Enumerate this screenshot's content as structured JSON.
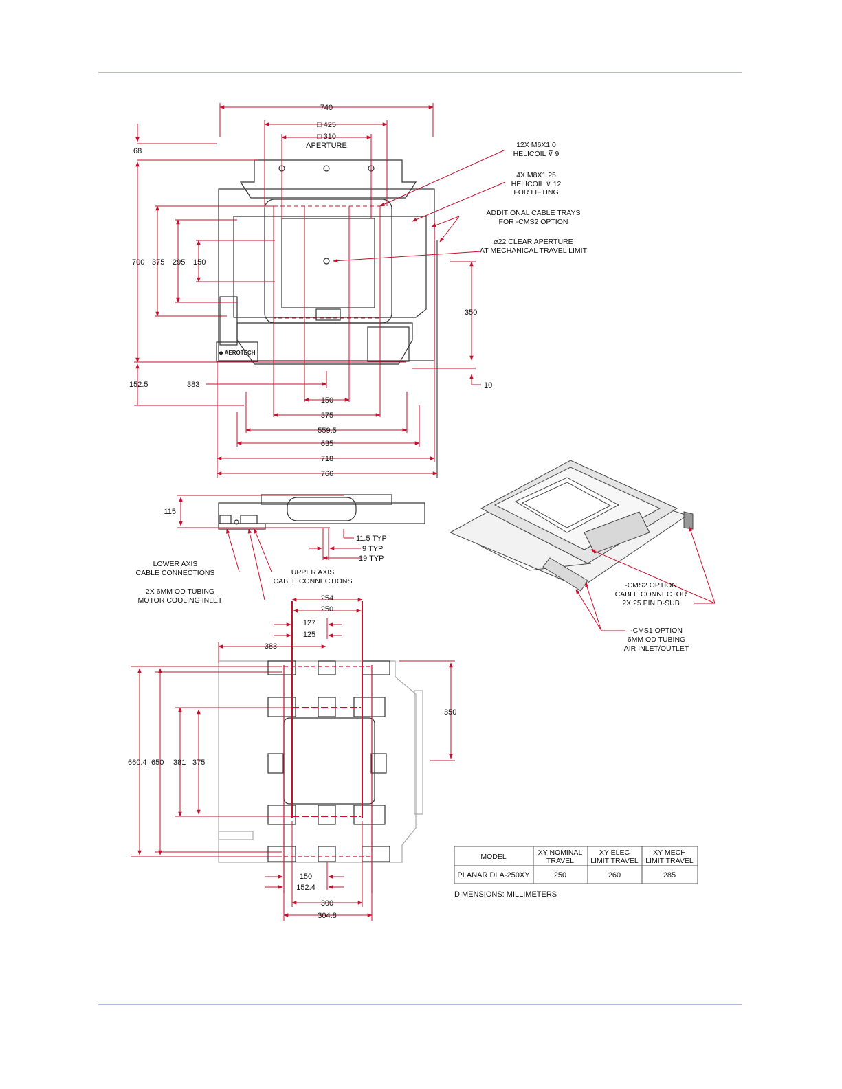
{
  "colors": {
    "dimension_line": "#c8102e",
    "outline": "#333333",
    "page_rule": "#a9c0de"
  },
  "top_view": {
    "dims": {
      "w740": "740",
      "w425": "□ 425",
      "w310": "□ 310",
      "aperture": "APERTURE",
      "h68": "68",
      "h700": "700",
      "h375": "375",
      "h295": "295",
      "h150": "150",
      "h152_5": "152.5",
      "w383": "383",
      "h350": "350",
      "h10": "10",
      "b150": "150",
      "b375": "375",
      "b559_5": "559.5",
      "b635": "635",
      "b718": "718",
      "b766": "766"
    },
    "callouts": {
      "helicoil_m6": [
        "12X M6X1.0",
        "HELICOIL ⊽ 9"
      ],
      "helicoil_m8": [
        "4X M8X1.25",
        "HELICOIL ⊽ 12",
        "FOR LIFTING"
      ],
      "cable_trays": [
        "ADDITIONAL CABLE TRAYS",
        "FOR -CMS2 OPTION"
      ],
      "clear_aperture": [
        "⌀22 CLEAR APERTURE",
        "AT MECHANICAL TRAVEL LIMIT"
      ]
    }
  },
  "side_view": {
    "dims": {
      "h115": "115",
      "t11_5": "11.5 TYP",
      "t9": "9 TYP",
      "t19": "19 TYP"
    },
    "callouts": {
      "lower_axis": [
        "LOWER AXIS",
        "CABLE CONNECTIONS"
      ],
      "upper_axis": [
        "UPPER AXIS",
        "CABLE CONNECTIONS"
      ],
      "tubing": [
        "2X 6MM OD TUBING",
        "MOTOR COOLING INLET"
      ]
    }
  },
  "iso_view": {
    "callouts": {
      "cms2": [
        "-CMS2 OPTION",
        "CABLE CONNECTOR",
        "2X 25 PIN D-SUB"
      ],
      "cms1": [
        "-CMS1 OPTION",
        "6MM OD TUBING",
        "AIR INLET/OUTLET"
      ]
    }
  },
  "bottom_view": {
    "dims": {
      "w254": "254",
      "w250": "250",
      "w127": "127",
      "w125": "125",
      "w383": "383",
      "h660_4": "660.4",
      "h650": "650",
      "h381": "381",
      "h375": "375",
      "h350": "350",
      "b150": "150",
      "b152_4": "152.4",
      "b300": "300",
      "b304_8": "304.8"
    }
  },
  "spec_table": {
    "headers": [
      [
        "MODEL"
      ],
      [
        "XY NOMINAL",
        "TRAVEL"
      ],
      [
        "XY ELEC",
        "LIMIT TRAVEL"
      ],
      [
        "XY MECH",
        "LIMIT TRAVEL"
      ]
    ],
    "rows": [
      [
        "PLANAR DLA-250XY",
        "250",
        "260",
        "285"
      ]
    ],
    "footnote": "DIMENSIONS:  MILLIMETERS"
  }
}
